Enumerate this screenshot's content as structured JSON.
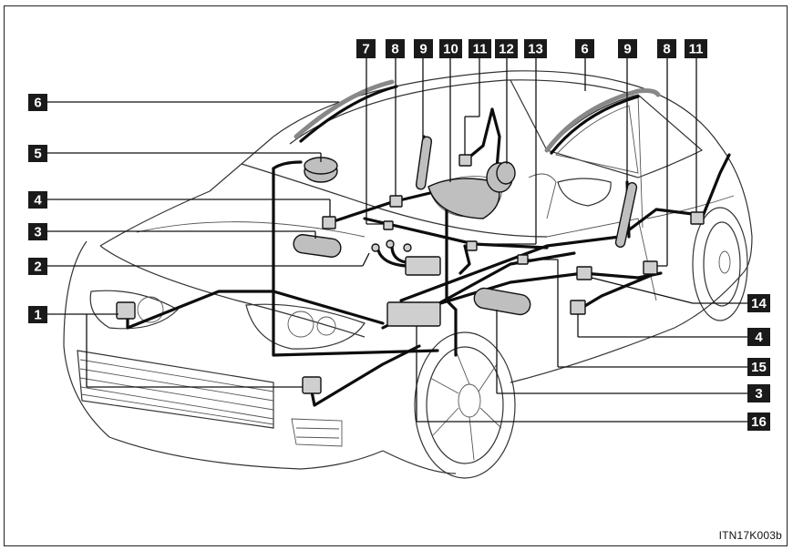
{
  "figure_code": "ITN17K003b",
  "callouts": {
    "left": [
      {
        "id": "c6a",
        "num": "6"
      },
      {
        "id": "c5",
        "num": "5"
      },
      {
        "id": "c4a",
        "num": "4"
      },
      {
        "id": "c3a",
        "num": "3"
      },
      {
        "id": "c2",
        "num": "2"
      },
      {
        "id": "c1",
        "num": "1"
      }
    ],
    "top": [
      {
        "id": "c7",
        "num": "7"
      },
      {
        "id": "c8a",
        "num": "8"
      },
      {
        "id": "c9a",
        "num": "9"
      },
      {
        "id": "c10",
        "num": "10"
      },
      {
        "id": "c11a",
        "num": "11"
      },
      {
        "id": "c12",
        "num": "12"
      },
      {
        "id": "c13",
        "num": "13"
      },
      {
        "id": "c6b",
        "num": "6"
      },
      {
        "id": "c9b",
        "num": "9"
      },
      {
        "id": "c8b",
        "num": "8"
      },
      {
        "id": "c11b",
        "num": "11"
      }
    ],
    "right": [
      {
        "id": "c14",
        "num": "14"
      },
      {
        "id": "c4b",
        "num": "4"
      },
      {
        "id": "c15",
        "num": "15"
      },
      {
        "id": "c3b",
        "num": "3"
      },
      {
        "id": "c16",
        "num": "16"
      }
    ]
  }
}
